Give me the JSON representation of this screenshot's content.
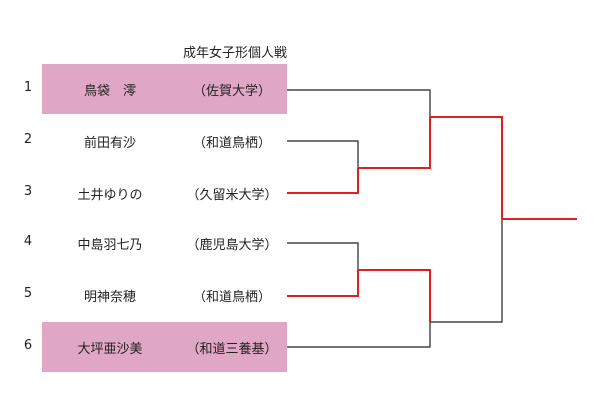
{
  "title": "成年女子形個人戦",
  "entries": [
    {
      "seed": "1",
      "name": "鳥袋　澪",
      "school": "（佐賀大学）",
      "highlight": true
    },
    {
      "seed": "2",
      "name": "前田有沙",
      "school": "（和道鳥栖）",
      "highlight": false
    },
    {
      "seed": "3",
      "name": "土井ゆりの",
      "school": "（久留米大学）",
      "highlight": false
    },
    {
      "seed": "4",
      "name": "中島羽七乃",
      "school": "（鹿児島大学）",
      "highlight": false
    },
    {
      "seed": "5",
      "name": "明神奈穂",
      "school": "（和道鳥栖）",
      "highlight": false
    },
    {
      "seed": "6",
      "name": "大坪亜沙美",
      "school": "（和道三養基）",
      "highlight": true
    }
  ],
  "colors": {
    "highlight": "#e0a6c6",
    "winner_line": "#e02020",
    "line": "#222222"
  }
}
